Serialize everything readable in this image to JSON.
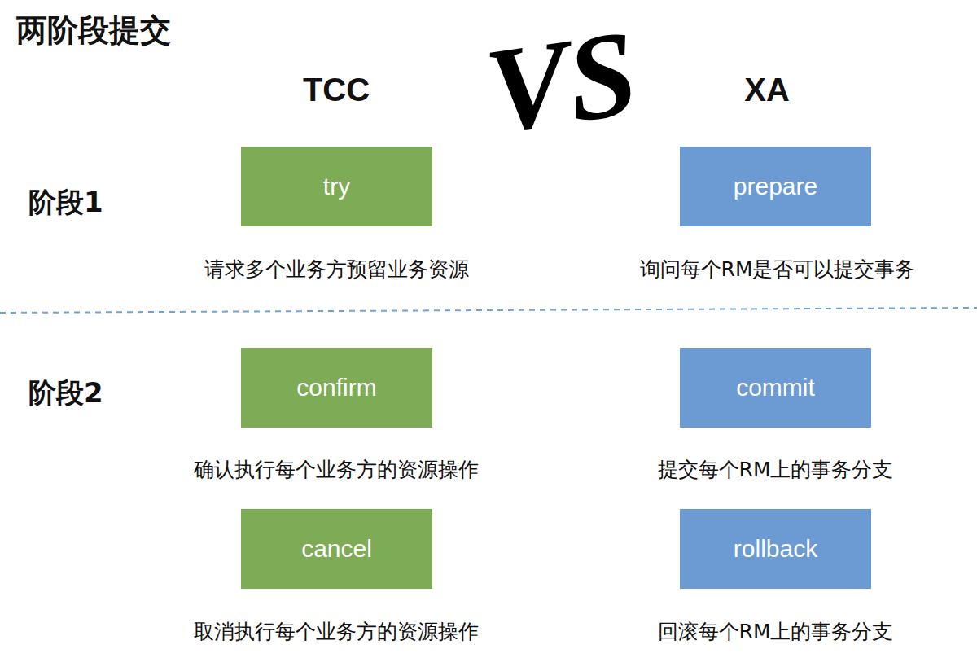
{
  "diagram": {
    "title": "两阶段提交",
    "nodes": [
      {
        "text": [
          "try"
        ]
      },
      {
        "text": [
          "prepare"
        ]
      },
      {
        "text": [
          "confirm"
        ]
      },
      {
        "text": [
          "commit"
        ]
      },
      {
        "text": [
          "cancel"
        ]
      },
      {
        "text": [
          "rollback"
        ]
      }
    ],
    "labels": [
      "TCC",
      "VS",
      "XA",
      "阶段1",
      "请求多个业务方预留业务资源",
      "询问每个RM是否可以提交事务",
      "阶段2",
      "确认执行每个业务方的资源操作",
      "提交每个RM上的事务分支",
      "取消执行每个业务方的资源操作",
      "回滚每个RM上的事务分支"
    ]
  }
}
